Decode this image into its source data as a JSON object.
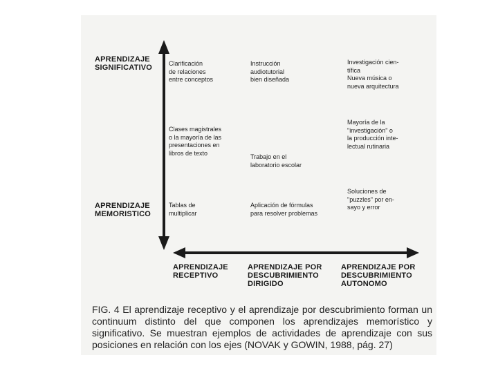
{
  "y_axis": {
    "top_label": "APRENDIZAJE\nSIGNIFICATIVO",
    "bottom_label": "APRENDIZAJE\nMEMORISTICO"
  },
  "x_axis": {
    "left_label": "APRENDIZAJE\nRECEPTIVO",
    "middle_label": "APRENDIZAJE POR\nDESCUBRIMIENTO\nDIRIGIDO",
    "right_label": "APRENDIZAJE POR\nDESCUBRIMIENTO\nAUTONOMO"
  },
  "cells": {
    "r1c1": "Clarificación\nde relaciones\nentre conceptos",
    "r1c2": "Instrucción\naudiotutorial\nbien diseñada",
    "r1c3": "Investigación cien-\ntífica\nNueva música o\nnueva arquitectura",
    "r2c1": "Clases magistrales\no la mayoría de las\npresentaciones en\nlibros de texto",
    "r2c2": "Trabajo en el\nlaboratorio escolar",
    "r2c3": "Mayoría de la\n\"investigación\" o\nla producción inte-\nlectual rutinaria",
    "r3c1": "Tablas de\nmultiplicar",
    "r3c2": "Aplicación de fórmulas\npara resolver problemas",
    "r3c3": "Soluciones de\n\"puzzles\" por en-\nsayo y error"
  },
  "caption": "FIG. 4 El aprendizaje receptivo y el aprendizaje por descubrimiento forman un continuum distinto del que componen los aprendizajes memorístico y significativo. Se muestran ejemplos de actividades de aprendizaje con sus posiciones en relación con los ejes (NOVAK y GOWIN, 1988, pág. 27)",
  "colors": {
    "ink": "#1a1a1a",
    "paper": "#f4f4f2"
  }
}
